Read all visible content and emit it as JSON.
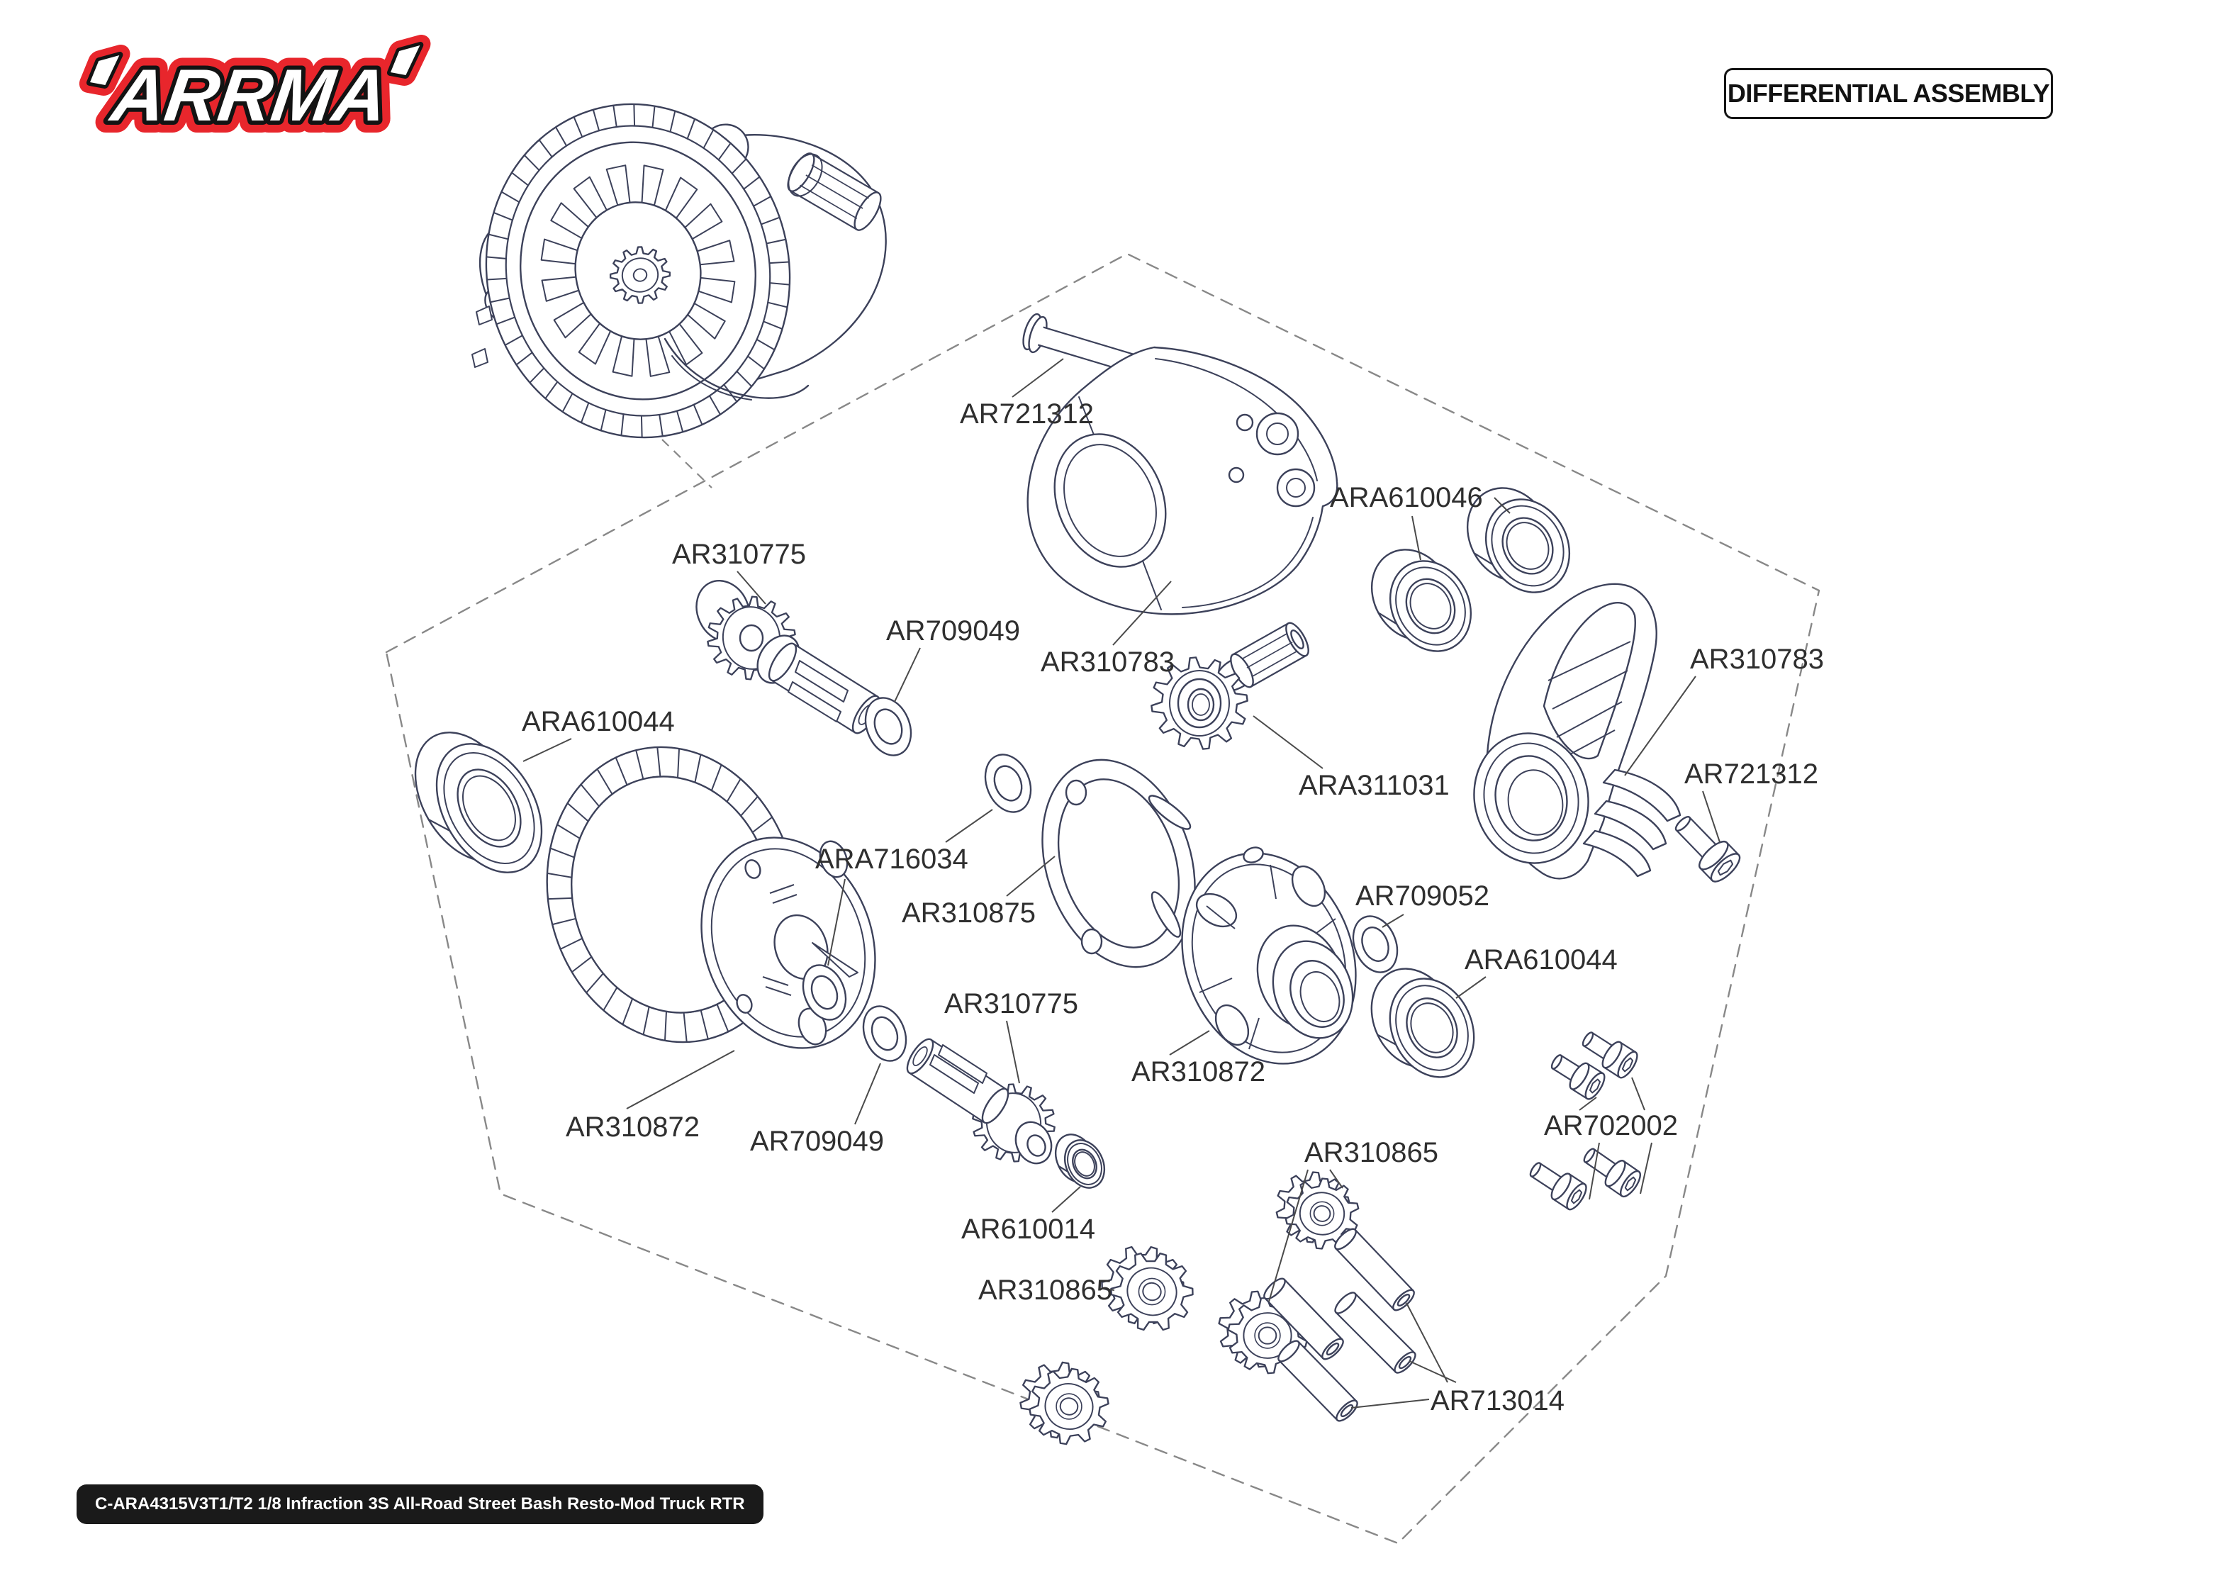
{
  "header": {
    "logo_text": "ARRMA",
    "title": "DIFFERENTIAL ASSEMBLY"
  },
  "footer": {
    "text": "C-ARA4315V3T1/T2 1/8 Infraction 3S All-Road Street Bash Resto-Mod Truck RTR"
  },
  "colors": {
    "line": "#3c415a",
    "label_text": "#2f2f2f",
    "leader": "#4a4a4a",
    "dash": "#888888",
    "logo_red": "#e8262c",
    "logo_black": "#131313"
  },
  "labels": [
    {
      "text": "AR721312"
    },
    {
      "text": "ARA610046"
    },
    {
      "text": "AR310775"
    },
    {
      "text": "AR709049"
    },
    {
      "text": "AR310783"
    },
    {
      "text": "ARA311031"
    },
    {
      "text": "AR310783"
    },
    {
      "text": "AR721312"
    },
    {
      "text": "ARA610044"
    },
    {
      "text": "ARA716034"
    },
    {
      "text": "AR310875"
    },
    {
      "text": "AR709052"
    },
    {
      "text": "ARA610044"
    },
    {
      "text": "AR310872"
    },
    {
      "text": "AR310775"
    },
    {
      "text": "AR310872"
    },
    {
      "text": "AR709049"
    },
    {
      "text": "AR702002"
    },
    {
      "text": "AR310865"
    },
    {
      "text": "AR610014"
    },
    {
      "text": "AR310865"
    },
    {
      "text": "AR713014"
    }
  ]
}
